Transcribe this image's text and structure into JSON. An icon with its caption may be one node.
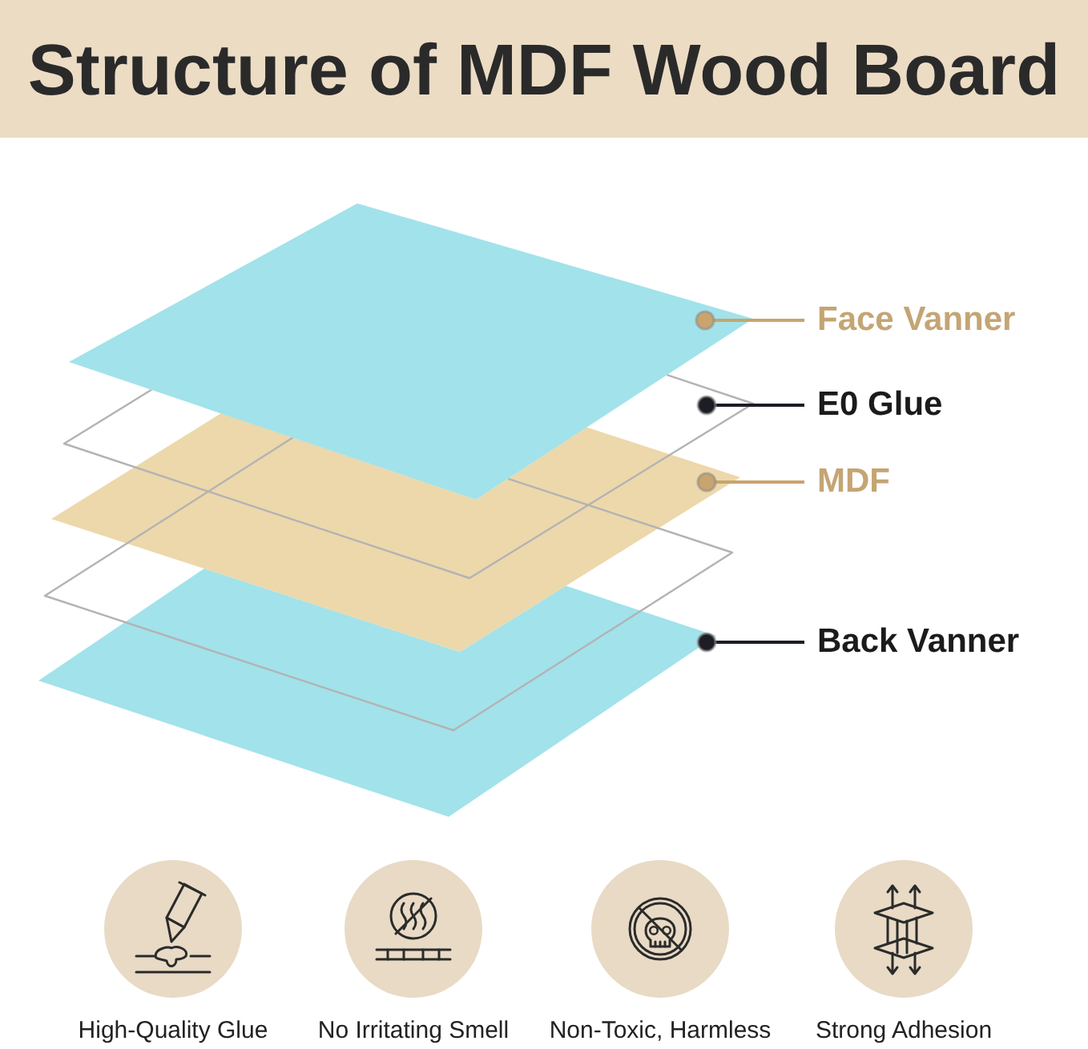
{
  "diagram": {
    "title": "Structure of MDF Wood Board",
    "nodes": [
      {
        "text": [
          "Face Vanner"
        ]
      },
      {
        "text": [
          "E0 Glue"
        ]
      },
      {
        "text": [
          "MDF"
        ]
      },
      {
        "text": [
          "Back Vanner"
        ]
      },
      {
        "text": [],
        "shape": "parallelogram"
      },
      {
        "text": [],
        "shape": "parallelogram"
      },
      {
        "text": [],
        "shape": "parallelogram"
      },
      {
        "text": [],
        "shape": "parallelogram"
      },
      {
        "text": [],
        "shape": "parallelogram"
      }
    ],
    "edges": [
      {
        "from": 0,
        "to": 4,
        "arrow": "other",
        "color": "#c8a46e"
      },
      {
        "from": 1,
        "to": 5,
        "arrow": "other",
        "color": "#1d1d26"
      },
      {
        "from": 2,
        "to": 6,
        "arrow": "other",
        "color": "#c8a46e"
      },
      {
        "from": 3,
        "to": 8,
        "arrow": "other",
        "color": "#1d1d26"
      }
    ],
    "labels": [
      "High-Quality Glue",
      "No Irritating Smell",
      "Non-Toxic, Harmless",
      "Strong Adhesion"
    ]
  }
}
